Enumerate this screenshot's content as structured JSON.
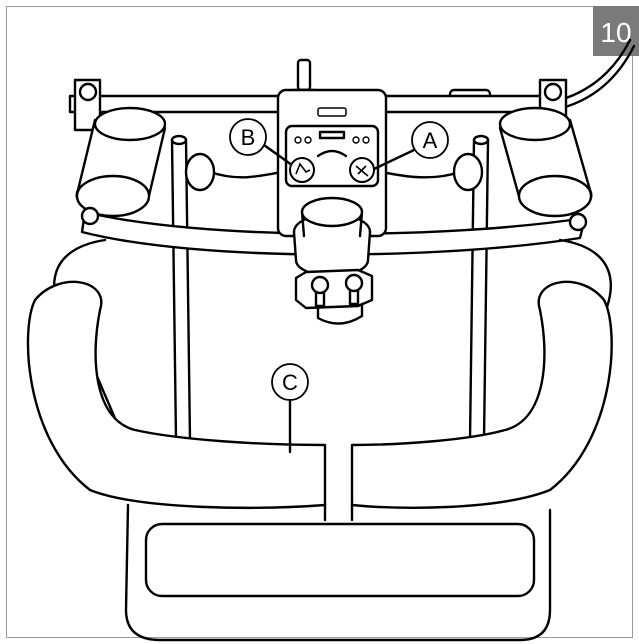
{
  "figure": {
    "number": "10",
    "number_bg": "#7a7a7a",
    "callouts": [
      {
        "id": "a",
        "text": "A"
      },
      {
        "id": "b",
        "text": "B"
      },
      {
        "id": "c",
        "text": "C"
      }
    ]
  }
}
